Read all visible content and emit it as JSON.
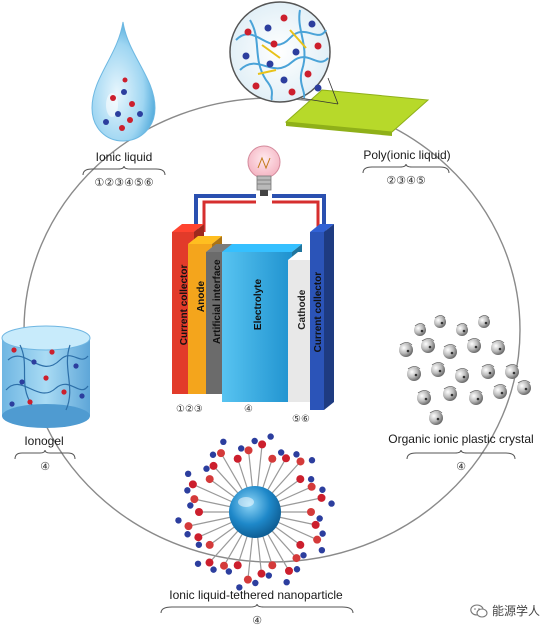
{
  "labels": {
    "ionic_liquid": "Ionic liquid",
    "ionic_liquid_refs": "①②③④⑤⑥",
    "poly_ionic_liquid": "Poly(ionic liquid)",
    "poly_ionic_liquid_refs": "②③④⑤",
    "ionogel": "Ionogel",
    "ionogel_refs": "④",
    "oipc": "Organic ionic plastic crystal",
    "oipc_refs": "④",
    "nanoparticle": "Ionic liquid-tethered nanoparticle",
    "nanoparticle_refs": "④"
  },
  "battery": {
    "layers": [
      {
        "name": "current-collector-left",
        "label": "Current collector",
        "color": "#e23b2a"
      },
      {
        "name": "anode",
        "label": "Anode",
        "color": "#f4a51c"
      },
      {
        "name": "artificial-interface",
        "label": "Artificial interface",
        "color": "#6b6b6b"
      },
      {
        "name": "electrolyte",
        "label": "Electrolyte",
        "color": "#2ea7e0"
      },
      {
        "name": "cathode",
        "label": "Cathode",
        "color": "#e8e8e8"
      },
      {
        "name": "current-collector-right",
        "label": "Current collector",
        "color": "#2b54b8"
      }
    ],
    "refs_left": "①②③",
    "refs_middle": "④",
    "refs_right": "⑤⑥"
  },
  "watermark": {
    "text": "能源学人",
    "icon": "wechat-icon"
  },
  "colors": {
    "cycle": "#8a8a8a",
    "wire_red": "#d62e2e",
    "wire_blue": "#2a50b0",
    "ion_red": "#cc1f2d",
    "ion_blue": "#2c3e9e"
  }
}
